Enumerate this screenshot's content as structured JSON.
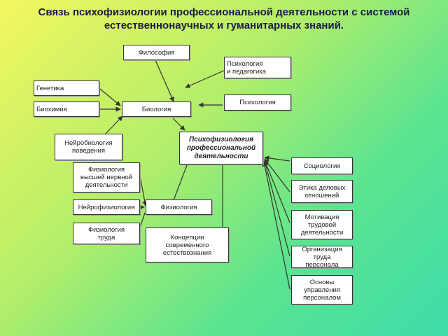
{
  "title_line1": "Связь психофизиологии профессиональной деятельности с системой",
  "title_line2": "естественнонаучных и гуманитарных знаний.",
  "nodes": {
    "philosophy": "Философия",
    "psych_pedagogy": "Психология\n и педагогика",
    "genetics": "Генетика",
    "biochemistry": "Биохимия",
    "biology": "Биология",
    "psychology": "Психология",
    "neurobiology": "Нейробиология\nповедения",
    "psychophysiology": "Психофизиология\nпрофессиональной\nдеятельности",
    "physiology_hnd": "Физиология\nвысшей нервной\nдеятельности",
    "neurophysiology": "Нейрофизиология",
    "physiology": "Физиология",
    "physiology_labor": "Физиология\nтруда",
    "concepts": "Концепции\nсовременного\nестествознания",
    "sociology": "Социология",
    "business_ethics": "Этика деловых\nотношений",
    "motivation": "Мотивация\nтрудовой\nдеятельности",
    "organization": "Организация\nтруда\nперсонала",
    "management": "Основы\nуправления\nперсоналом"
  }
}
